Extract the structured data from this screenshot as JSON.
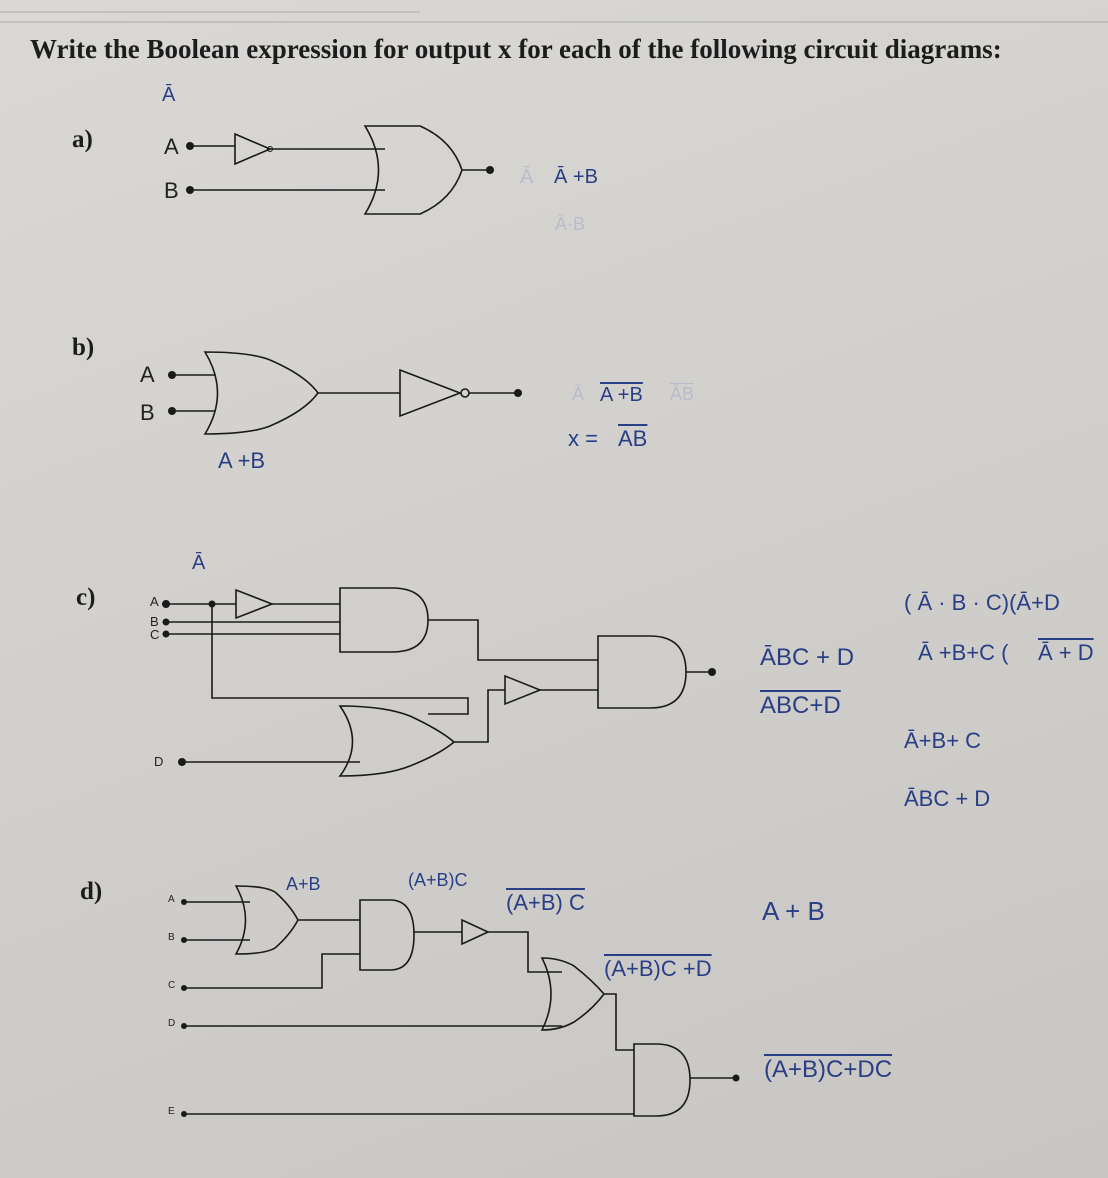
{
  "question": "Write the Boolean expression for output x for each of the following circuit diagrams:",
  "parts": {
    "a": {
      "label": "a)",
      "inputs": [
        "A",
        "B"
      ],
      "notes": {
        "above": "Ā",
        "answer_faint": "Ā",
        "answer": "Ā +B",
        "below_faint": "Ā·B"
      }
    },
    "b": {
      "label": "b)",
      "inputs": [
        "A",
        "B"
      ],
      "notes": {
        "or_out": "A +B",
        "answer_faint": "Ā",
        "answer": "A +B",
        "answer_faint2": "ĀB",
        "x_expr_lhs": "x =",
        "x_expr_rhs": "AB"
      }
    },
    "c": {
      "label": "c)",
      "inputs": [
        "A",
        "B",
        "C",
        "D"
      ],
      "notes": {
        "above": "Ā",
        "line1": "ĀBC + D",
        "line2": "ABC+D",
        "side1": "( Ā · B · C)(Ā+D",
        "side2_lhs": "Ā +B+C (",
        "side2_rhs": "Ā + D",
        "side3": "Ā+B+ C",
        "side4": "ĀBC + D"
      }
    },
    "d": {
      "label": "d)",
      "inputs": [
        "A",
        "B",
        "C",
        "D",
        "E"
      ],
      "notes": {
        "or1": "A+B",
        "and1": "(A+B)C",
        "inv": "(A+B) C",
        "or2": "(A+B)C +D",
        "right": "A + B",
        "final": "(A+B)C+DC"
      }
    }
  }
}
